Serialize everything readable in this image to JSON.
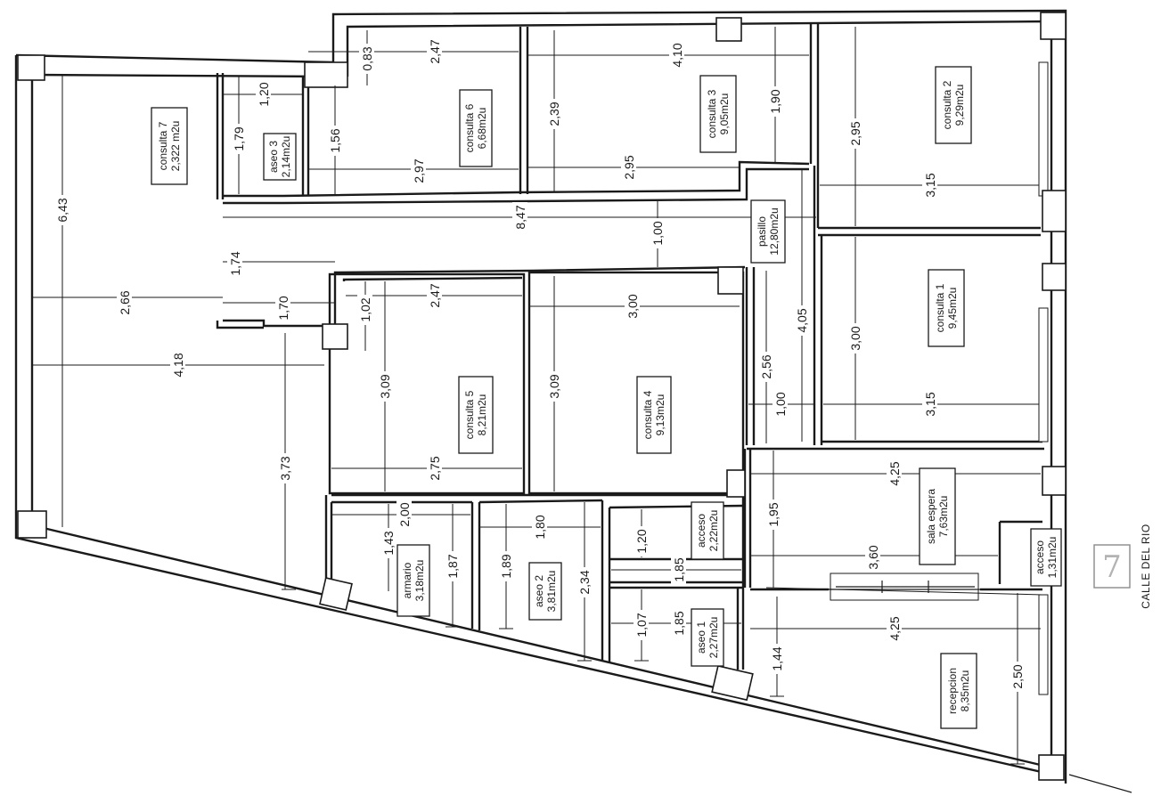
{
  "street": {
    "number": "7",
    "name": "CALLE DEL RIO"
  },
  "rooms": [
    {
      "id": "consulta-7",
      "name": "consulta 7",
      "area": "2,322 m2u"
    },
    {
      "id": "aseo-3",
      "name": "aseo 3",
      "area": "2,14m2u"
    },
    {
      "id": "consulta-6",
      "name": "consulta 6",
      "area": "6,68m2u"
    },
    {
      "id": "consulta-3",
      "name": "consulta 3",
      "area": "9,05m2u"
    },
    {
      "id": "consulta-2",
      "name": "consulta 2",
      "area": "9,29m2u"
    },
    {
      "id": "pasillo",
      "name": "pasillo",
      "area": "12,80m2u"
    },
    {
      "id": "consulta-1",
      "name": "consulta 1",
      "area": "9,45m2u"
    },
    {
      "id": "consulta-5",
      "name": "consulta 5",
      "area": "8,21m2u"
    },
    {
      "id": "consulta-4",
      "name": "consulta 4",
      "area": "9,13m2u"
    },
    {
      "id": "sala-espera",
      "name": "sala espera",
      "area": "7,63m2u"
    },
    {
      "id": "acceso-right",
      "name": "acceso",
      "area": "1,31m2u"
    },
    {
      "id": "acceso-mid",
      "name": "acceso",
      "area": "2,22m2u"
    },
    {
      "id": "armario",
      "name": "armario",
      "area": "3,18m2u"
    },
    {
      "id": "aseo-2",
      "name": "aseo 2",
      "area": "3,81m2u"
    },
    {
      "id": "aseo-1",
      "name": "aseo 1",
      "area": "2,27m2u"
    },
    {
      "id": "recepcion",
      "name": "recepcion",
      "area": "8,35m2u"
    }
  ],
  "dimensions": [
    "6,43",
    "2,66",
    "4,18",
    "3,73",
    "1,20",
    "1,79",
    "1,74",
    "1,70",
    "0,83",
    "2,47",
    "1,56",
    "2,97",
    "4,10",
    "2,39",
    "2,95",
    "1,90",
    "2,95",
    "3,15",
    "8,47",
    "1,00",
    "4,05",
    "3,00",
    "3,15",
    "1,02",
    "2,47",
    "3,09",
    "2,75",
    "3,00",
    "3,09",
    "2,56",
    "1,00",
    "4,25",
    "1,95",
    "3,60",
    "2,00",
    "1,43",
    "1,87",
    "1,80",
    "1,89",
    "2,34",
    "1,20",
    "1,85",
    "1,85",
    "1,07",
    "4,25",
    "1,44",
    "2,50"
  ]
}
